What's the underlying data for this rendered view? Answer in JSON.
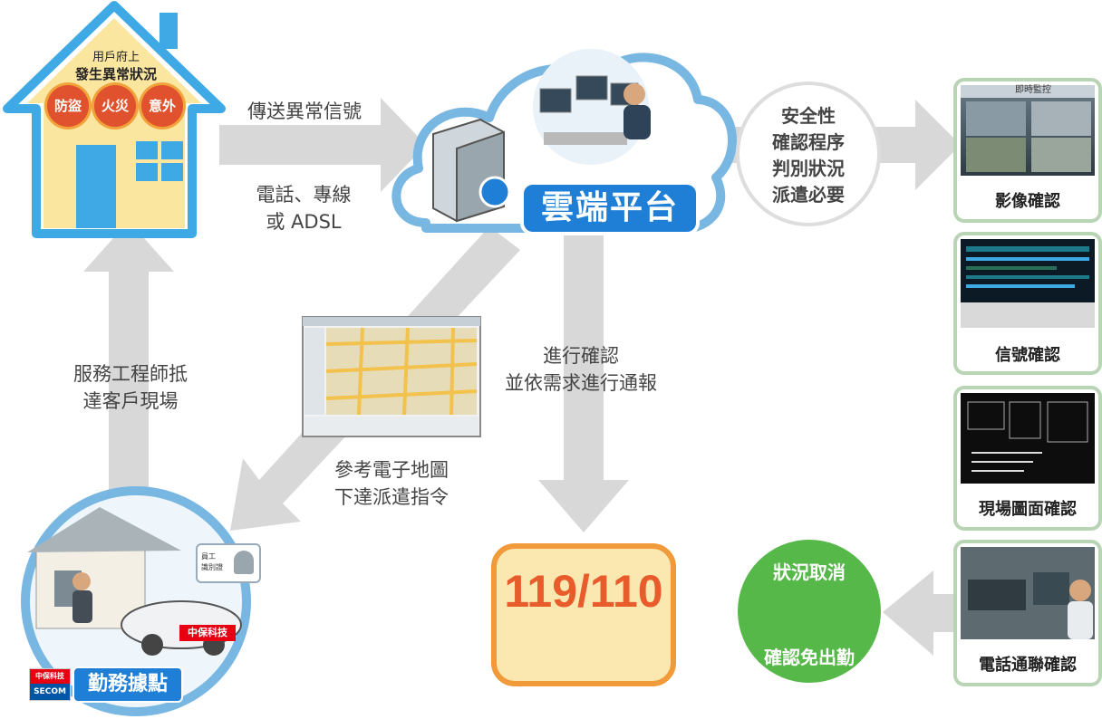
{
  "house": {
    "line1": "用戶府上",
    "line2": "發生異常狀況",
    "badges": [
      "防盜",
      "火災",
      "意外"
    ]
  },
  "arrow_labels": {
    "send_signal": "傳送異常信號",
    "channel_line1": "電話、專線",
    "channel_line2": "或 ADSL",
    "engineer_line1": "服務工程師抵",
    "engineer_line2": "達客戶現場",
    "confirm_line1": "進行確認",
    "confirm_line2": "並依需求進行通報",
    "map_line1": "參考電子地圖",
    "map_line2": "下達派遣指令"
  },
  "cloud": {
    "title": "雲端平台"
  },
  "safety_check": {
    "lines": [
      "安全性",
      "確認程序",
      "判別狀況",
      "派遣必要"
    ]
  },
  "verification_boxes": [
    {
      "label": "影像確認",
      "screen_caption": "即時監控",
      "icon": "cctv-screen"
    },
    {
      "label": "信號確認",
      "icon": "signal-screen"
    },
    {
      "label": "現場圖面確認",
      "icon": "floorplan-screen"
    },
    {
      "label": "電話通聯確認",
      "icon": "operator-photo"
    }
  ],
  "emergency": {
    "number": "119/110"
  },
  "cancel": {
    "top": "狀況取消",
    "bottom": "確認免出勤"
  },
  "base": {
    "title": "勤務據點",
    "logo_cn": "中保科技",
    "logo_en": "SECOM",
    "car_tag": "中保科技",
    "id_card": "員工\n識別證"
  },
  "colors": {
    "arrow": "#d8d8d8",
    "cloud_border": "#79b7e3",
    "brand_blue": "#1f7fd6",
    "house_yellow": "#fbe6a0",
    "house_blue": "#3fa9e6",
    "green": "#55b848",
    "orange": "#f09a3a",
    "box_border": "#b8d4b5"
  }
}
